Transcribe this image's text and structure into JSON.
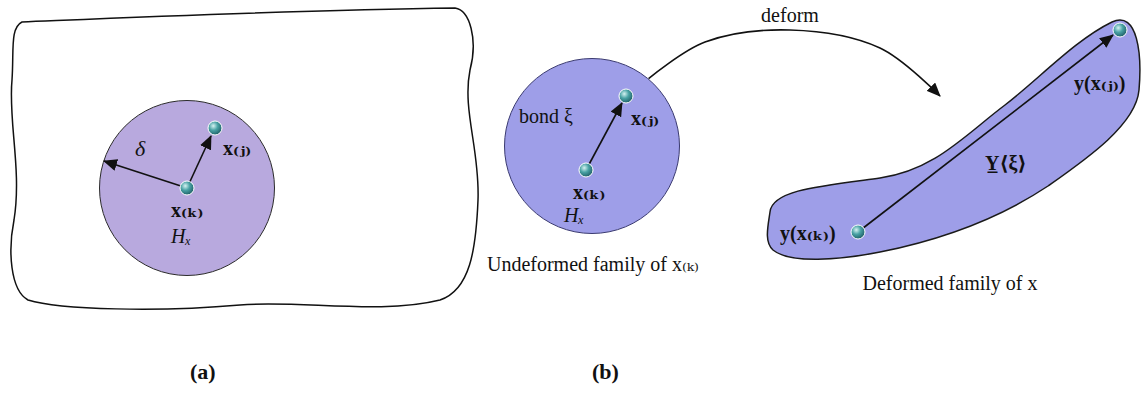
{
  "diagram": {
    "nodes": [
      {
        "text": [
          "δ",
          "x₍ⱼ₎",
          "x₍ₖ₎",
          "Hₓ"
        ]
      },
      {
        "text": [
          "bond ξ",
          "x₍ⱼ₎",
          "x₍ₖ₎",
          "Hₓ",
          "Undeformed family of x₍ₖ₎"
        ]
      },
      {
        "text": [
          "y(x₍ⱼ₎)",
          "Y̲⟨ξ⟩",
          "y(x₍ₖ₎)",
          "Deformed family of x"
        ]
      }
    ],
    "edges": [
      {
        "from": 1,
        "to": 2,
        "arrow": "to",
        "label": "deform"
      }
    ],
    "labels": [
      "(a)",
      "(b)"
    ]
  }
}
